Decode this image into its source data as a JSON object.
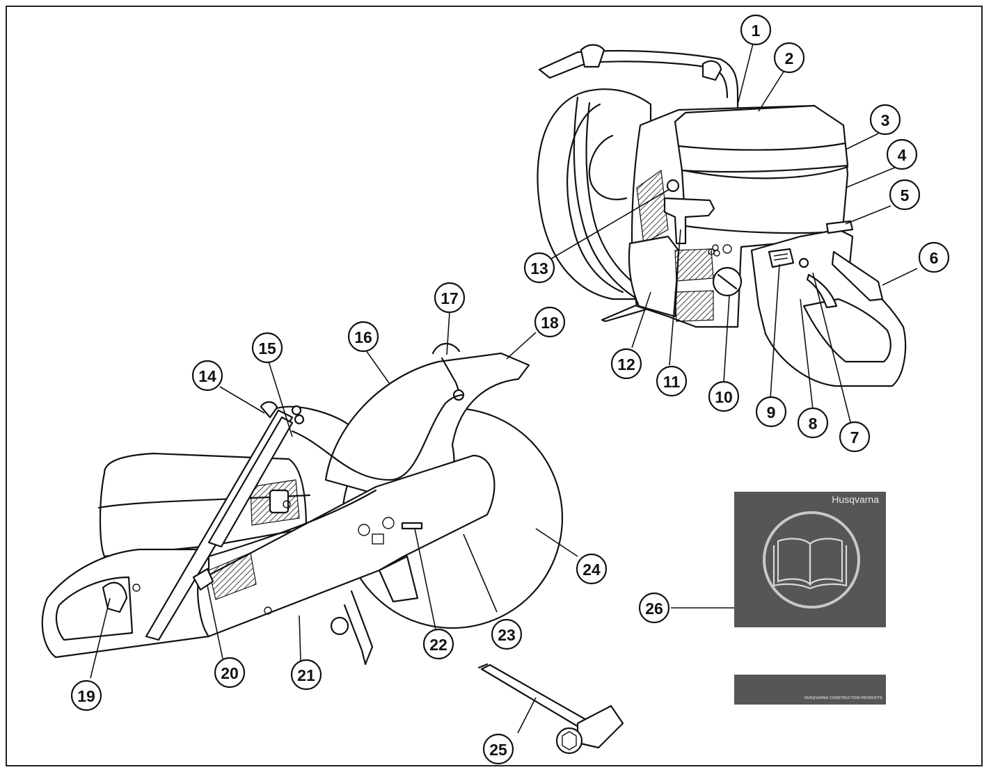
{
  "manual": {
    "brand": "Husqvarna",
    "tagline": "HUSQVARNA CONSTRUCTION PRODUCTS",
    "icon": "open-book-icon",
    "color": "#565656"
  },
  "callouts": [
    {
      "id": "callout-1",
      "label": "1"
    },
    {
      "id": "callout-2",
      "label": "2"
    },
    {
      "id": "callout-3",
      "label": "3"
    },
    {
      "id": "callout-4",
      "label": "4"
    },
    {
      "id": "callout-5",
      "label": "5"
    },
    {
      "id": "callout-6",
      "label": "6"
    },
    {
      "id": "callout-7",
      "label": "7"
    },
    {
      "id": "callout-8",
      "label": "8"
    },
    {
      "id": "callout-9",
      "label": "9"
    },
    {
      "id": "callout-10",
      "label": "10"
    },
    {
      "id": "callout-11",
      "label": "11"
    },
    {
      "id": "callout-12",
      "label": "12"
    },
    {
      "id": "callout-13",
      "label": "13"
    },
    {
      "id": "callout-14",
      "label": "14"
    },
    {
      "id": "callout-15",
      "label": "15"
    },
    {
      "id": "callout-16",
      "label": "16"
    },
    {
      "id": "callout-17",
      "label": "17"
    },
    {
      "id": "callout-18",
      "label": "18"
    },
    {
      "id": "callout-19",
      "label": "19"
    },
    {
      "id": "callout-20",
      "label": "20"
    },
    {
      "id": "callout-21",
      "label": "21"
    },
    {
      "id": "callout-22",
      "label": "22"
    },
    {
      "id": "callout-23",
      "label": "23"
    },
    {
      "id": "callout-24",
      "label": "24"
    },
    {
      "id": "callout-25",
      "label": "25"
    },
    {
      "id": "callout-26",
      "label": "26"
    }
  ]
}
